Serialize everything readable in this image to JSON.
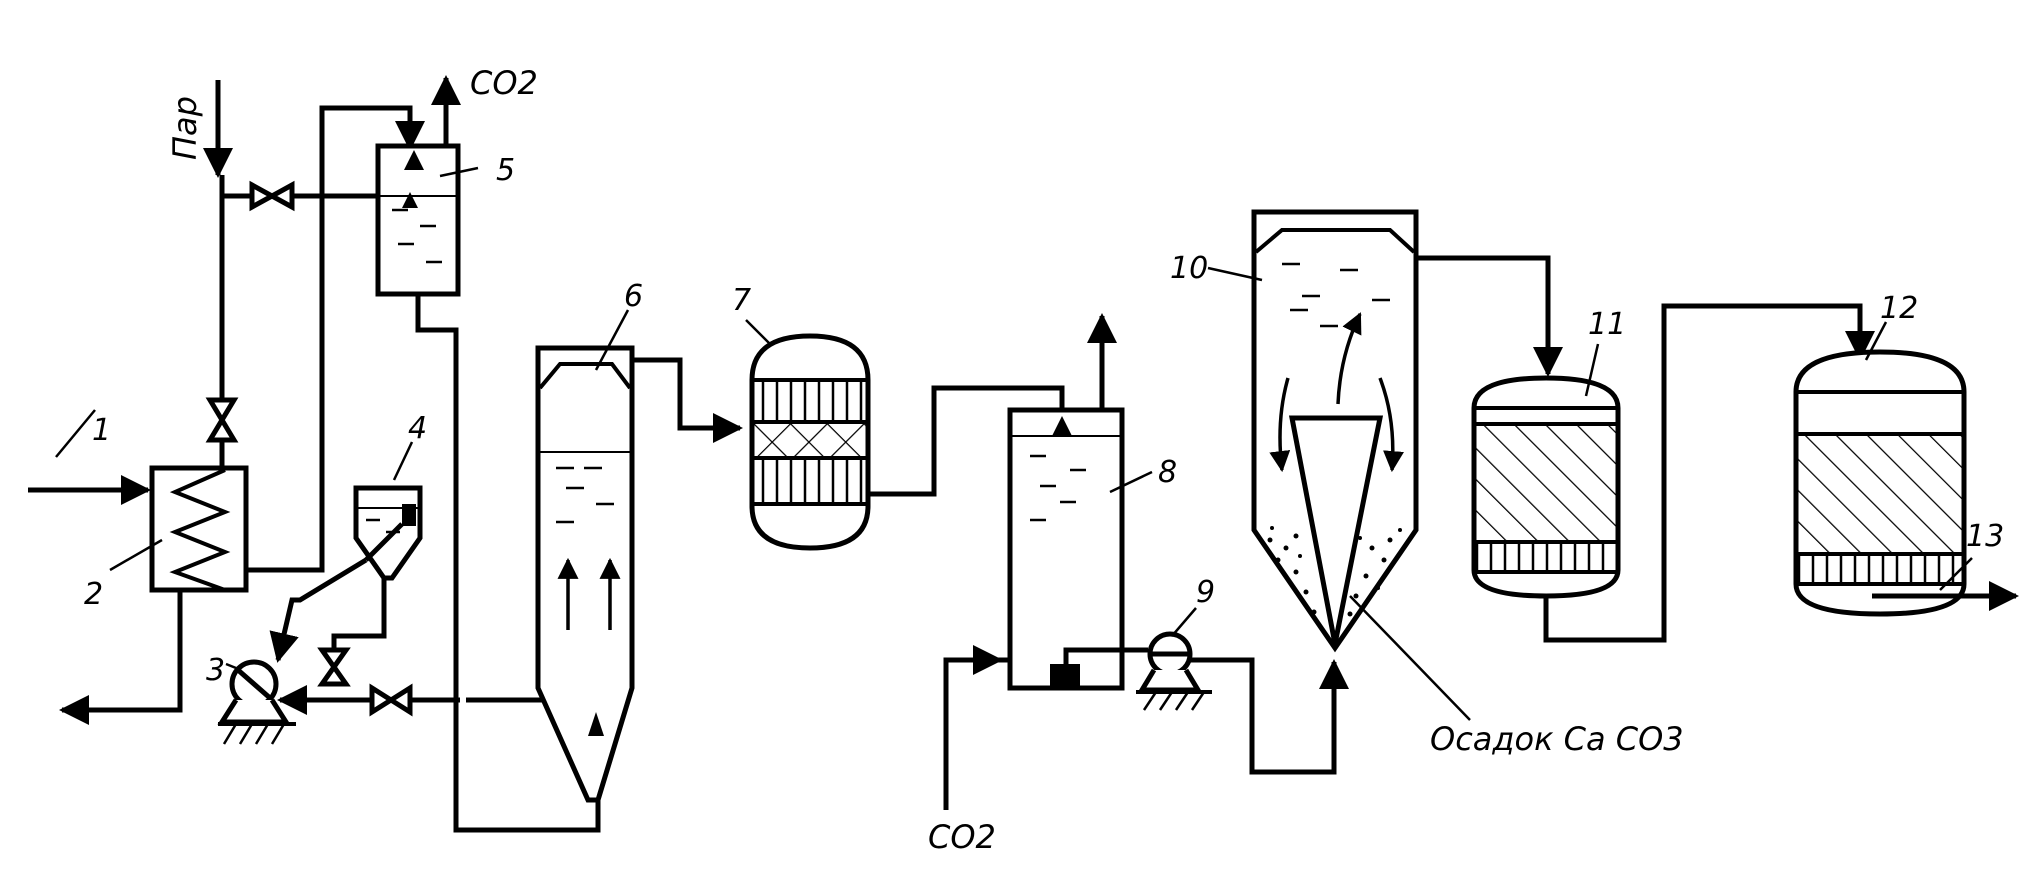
{
  "labels": {
    "steam": "Пар",
    "co2_top": "CO2",
    "co2_bottom": "CO2",
    "sediment": "Осадок  Ca CO3",
    "n1": "1",
    "n2": "2",
    "n3": "3",
    "n4": "4",
    "n5": "5",
    "n6": "6",
    "n7": "7",
    "n8": "8",
    "n9": "9",
    "n10": "10",
    "n11": "11",
    "n12": "12",
    "n13": "13"
  },
  "colors": {
    "line": "#000000",
    "background": "#ffffff"
  }
}
